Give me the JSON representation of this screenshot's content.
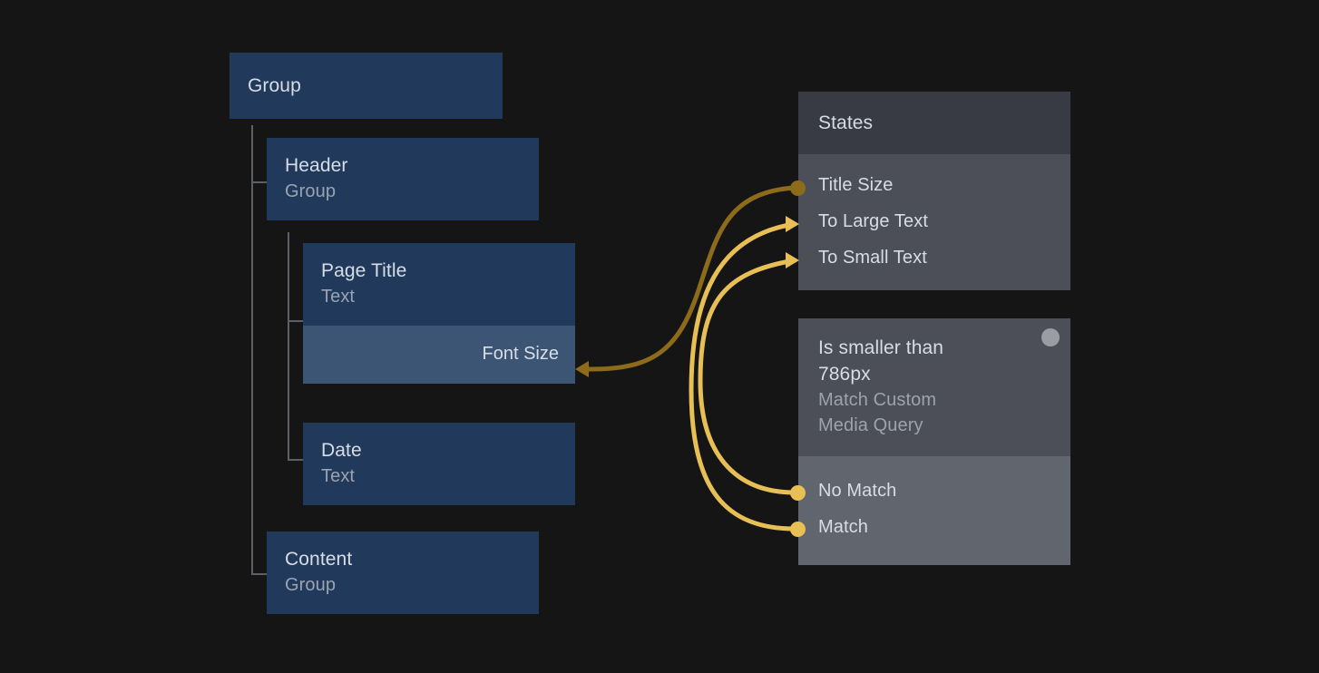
{
  "canvas": {
    "background": "#151515",
    "title": "Node graph canvas"
  },
  "colors": {
    "card_bg": "#21395a",
    "prop_row_bg": "#3d5574",
    "panel_head_bg": "#383b44",
    "panel_body_bg": "#4c4f58",
    "panel_body_light_bg": "#61656e",
    "wire_dim": "#8c6b1b",
    "wire_bright": "#e8bf55",
    "text_primary": "#d6dde6",
    "text_secondary": "#9aa4b1",
    "tree_line": "#5d6065",
    "status_dot": "#9a9da3"
  },
  "tree": {
    "root": {
      "title": "Group",
      "subtitle": ""
    },
    "header_node": {
      "title": "Header",
      "subtitle": "Group"
    },
    "page_title_node": {
      "title": "Page Title",
      "subtitle": "Text",
      "property": "Font Size"
    },
    "date_node": {
      "title": "Date",
      "subtitle": "Text"
    },
    "content_node": {
      "title": "Content",
      "subtitle": "Group"
    }
  },
  "panels": {
    "states": {
      "header_title": "States",
      "rows": [
        {
          "label": "Title Size",
          "port": "dot-dim"
        },
        {
          "label": "To Large Text",
          "port": "arrow-right"
        },
        {
          "label": "To Small Text",
          "port": "arrow-right"
        }
      ]
    },
    "media_query": {
      "header_title": "Is smaller than\n786px",
      "header_subtitle": "Match Custom\nMedia Query",
      "status_dot": true,
      "rows": [
        {
          "label": "No Match",
          "port": "dot-bright"
        },
        {
          "label": "Match",
          "port": "dot-bright"
        }
      ]
    }
  },
  "connections": [
    {
      "from": "Title Size",
      "to": "Font Size",
      "color": "#8c6b1b",
      "arrow": "left"
    },
    {
      "from": "No Match",
      "to": "To Small Text",
      "color": "#e8bf55",
      "arrow": "right"
    },
    {
      "from": "Match",
      "to": "To Large Text",
      "color": "#e8bf55",
      "arrow": "right"
    }
  ]
}
